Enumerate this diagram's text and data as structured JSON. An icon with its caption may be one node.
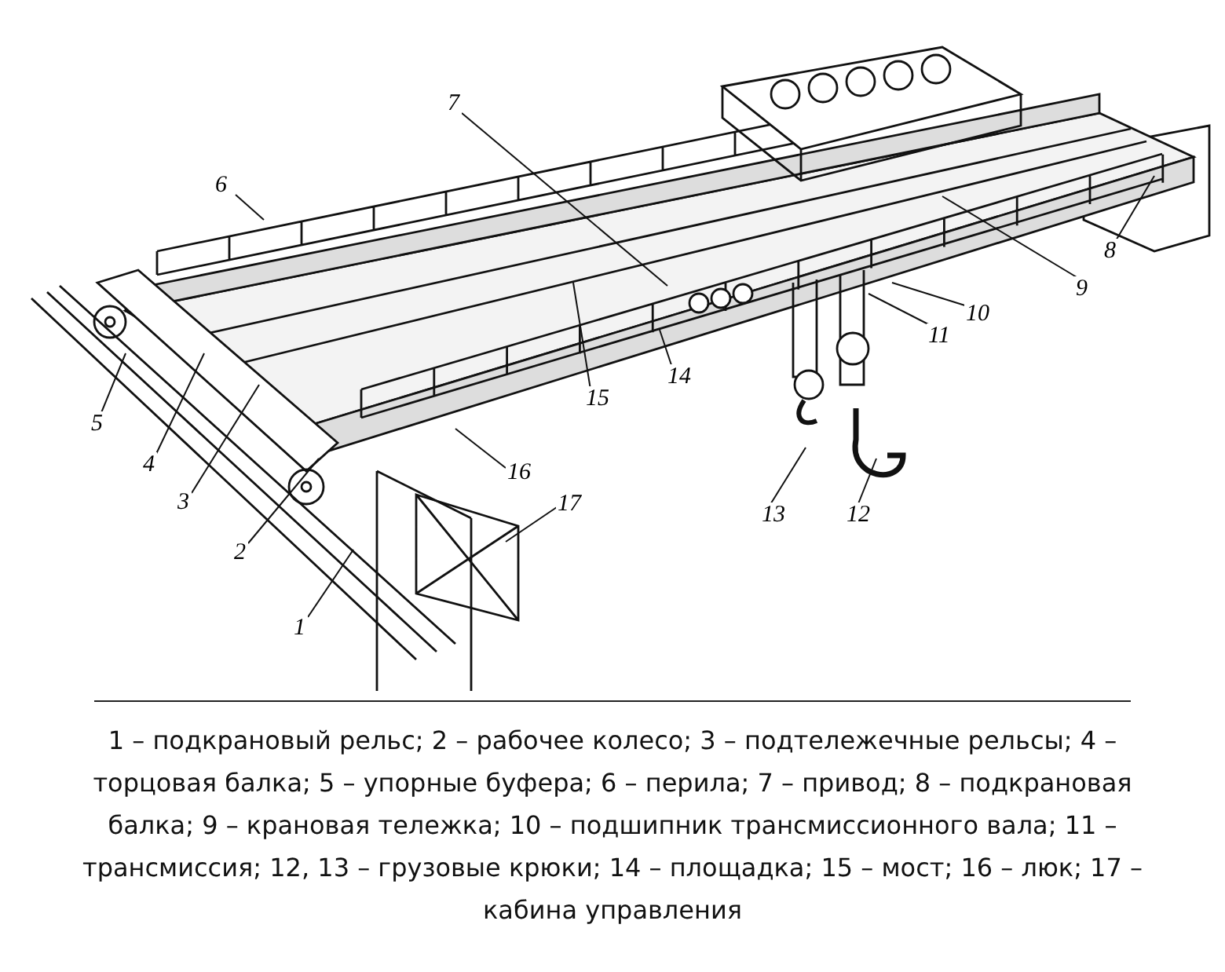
{
  "diagram": {
    "caption": "1 – подкрановый рельс; 2 – рабочее колесо; 3 – подтележечные рельсы; 4 – торцовая балка; 5 – упорные буфера; 6 – перила; 7 – привод; 8 – подкрановая балка; 9 – крановая тележка; 10 – подшипник трансмиссионного вала; 11 – трансмиссия; 12, 13 – грузовые крюки; 14 – площадка; 15 – мост; 16 – люк; 17 – кабина управления",
    "nodes": [
      {
        "text": [
          "1"
        ]
      },
      {
        "text": [
          "2"
        ]
      },
      {
        "text": [
          "3"
        ]
      },
      {
        "text": [
          "4"
        ]
      },
      {
        "text": [
          "5"
        ]
      },
      {
        "text": [
          "6"
        ]
      },
      {
        "text": [
          "7"
        ]
      },
      {
        "text": [
          "8"
        ]
      },
      {
        "text": [
          "9"
        ]
      },
      {
        "text": [
          "10"
        ]
      },
      {
        "text": [
          "11"
        ]
      },
      {
        "text": [
          "12"
        ]
      },
      {
        "text": [
          "13"
        ]
      },
      {
        "text": [
          "14"
        ]
      },
      {
        "text": [
          "15"
        ]
      },
      {
        "text": [
          "16"
        ]
      },
      {
        "text": [
          "17"
        ]
      }
    ],
    "edges": [
      {
        "from": 0,
        "to": null,
        "arrow": "none"
      },
      {
        "from": 1,
        "to": null,
        "arrow": "none"
      },
      {
        "from": 2,
        "to": null,
        "arrow": "none"
      },
      {
        "from": 3,
        "to": null,
        "arrow": "none"
      },
      {
        "from": 4,
        "to": null,
        "arrow": "none"
      },
      {
        "from": 5,
        "to": null,
        "arrow": "none"
      },
      {
        "from": 6,
        "to": null,
        "arrow": "none"
      },
      {
        "from": 7,
        "to": null,
        "arrow": "none"
      },
      {
        "from": 8,
        "to": null,
        "arrow": "none"
      },
      {
        "from": 9,
        "to": null,
        "arrow": "none"
      },
      {
        "from": 10,
        "to": null,
        "arrow": "none"
      },
      {
        "from": 11,
        "to": null,
        "arrow": "none"
      },
      {
        "from": 12,
        "to": null,
        "arrow": "none"
      },
      {
        "from": 13,
        "to": null,
        "arrow": "none"
      },
      {
        "from": 14,
        "to": null,
        "arrow": "none"
      },
      {
        "from": 15,
        "to": null,
        "arrow": "none"
      },
      {
        "from": 16,
        "to": null,
        "arrow": "none"
      }
    ]
  }
}
